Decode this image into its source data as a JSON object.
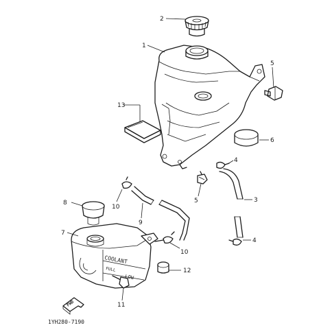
{
  "callouts": {
    "n1": "1",
    "n2": "2",
    "n3": "3",
    "n4a": "4",
    "n4b": "4",
    "n5a": "5",
    "n5b": "5",
    "n6": "6",
    "n7": "7",
    "n8": "8",
    "n9": "9",
    "n10a": "10",
    "n10b": "10",
    "n11": "11",
    "n12": "12",
    "n13": "13"
  },
  "tank_text": {
    "coolant": "COOLANT",
    "full": "FULL",
    "low": "LOW"
  },
  "fwd_label": "FWD",
  "part_code": "1YH280-7190"
}
